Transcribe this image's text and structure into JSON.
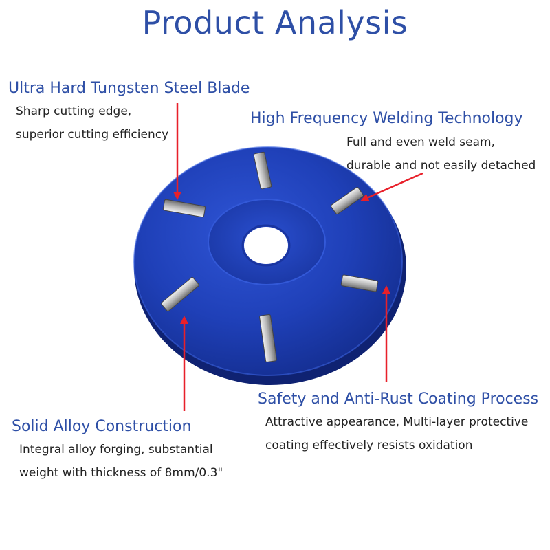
{
  "title": "Product Analysis",
  "colors": {
    "title": "#2e4fa6",
    "heading": "#2e4fa6",
    "body_text": "#222222",
    "arrow": "#e8202a",
    "disc": "#1f40b8",
    "blade": "#c9c9c9"
  },
  "features": {
    "blade": {
      "heading": "Ultra Hard Tungsten Steel Blade",
      "line1": "Sharp cutting edge,",
      "line2": "superior cutting efficiency"
    },
    "welding": {
      "heading": "High Frequency Welding Technology",
      "line1": "Full and even weld seam,",
      "line2": "durable and not easily detached"
    },
    "coating": {
      "heading": "Safety and Anti-Rust Coating Process",
      "line1": "Attractive appearance, Multi-layer protective",
      "line2": "coating effectively resists oxidation"
    },
    "alloy": {
      "heading": "Solid Alloy Construction",
      "line1": "Integral alloy forging, substantial",
      "line2": "weight with thickness of 8mm/0.3\""
    }
  },
  "product": {
    "name": "six-tooth-carving-disc",
    "blade_count": 6
  }
}
